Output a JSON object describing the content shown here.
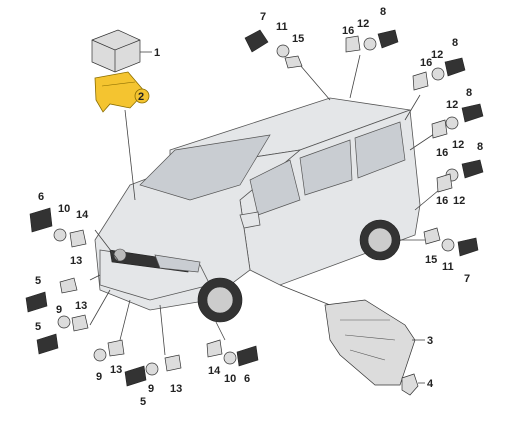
{
  "callouts": {
    "c1": "1",
    "c2": "2",
    "c3": "3",
    "c4": "4",
    "c5a": "5",
    "c5b": "5",
    "c5c": "5",
    "c6a": "6",
    "c6b": "6",
    "c7a": "7",
    "c7b": "7",
    "c8a": "8",
    "c8b": "8",
    "c8c": "8",
    "c8d": "8",
    "c9a": "9",
    "c9b": "9",
    "c9c": "9",
    "c10a": "10",
    "c10b": "10",
    "c11a": "11",
    "c11b": "11",
    "c12a": "12",
    "c12b": "12",
    "c12c": "12",
    "c12d": "12",
    "c12e": "12",
    "c13a": "13",
    "c13b": "13",
    "c13c": "13",
    "c13d": "13",
    "c14a": "14",
    "c14b": "14",
    "c15a": "15",
    "c15b": "15",
    "c16a": "16",
    "c16b": "16",
    "c16c": "16",
    "c16d": "16"
  },
  "colors": {
    "highlight": "#f4c430",
    "line": "#444444",
    "part_fill": "#dcdcdc"
  }
}
